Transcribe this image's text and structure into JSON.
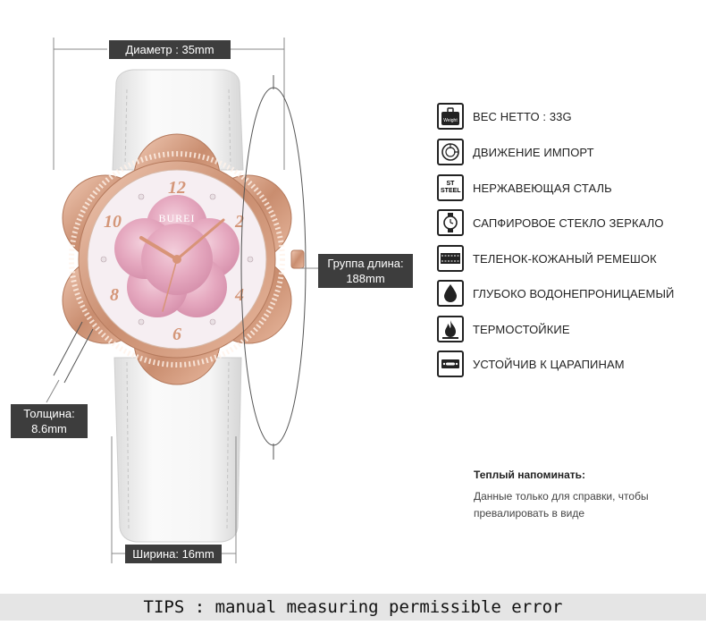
{
  "dimensions": {
    "diameter": "Диаметр : 35mm",
    "length_line1": "Группа длина:",
    "length_line2": "188mm",
    "thickness_line1": "Толщина:",
    "thickness_line2": "8.6mm",
    "width": "Ширина: 16mm"
  },
  "watch": {
    "brand": "BURЕI",
    "numerals": [
      "12",
      "2",
      "4",
      "6",
      "8",
      "10"
    ],
    "colors": {
      "strap": "#f4f4f4",
      "case": "#d9a58a",
      "dial": "#f6eef2",
      "mother_of_pearl": "#e9b4c8",
      "hands": "#d89478"
    }
  },
  "features": [
    {
      "icon": "weight-icon",
      "icon_text": "Weight",
      "label": "ВЕС НЕТТО : 33G"
    },
    {
      "icon": "movement-icon",
      "icon_text": "",
      "label": "ДВИЖЕНИЕ ИМПОРТ"
    },
    {
      "icon": "steel-icon",
      "icon_text": "ST STEEL",
      "label": "НЕРЖАВЕЮЩАЯ СТАЛЬ"
    },
    {
      "icon": "watch-glass-icon",
      "icon_text": "",
      "label": "САПФИРОВОЕ СТЕКЛО ЗЕРКАЛО"
    },
    {
      "icon": "strap-icon",
      "icon_text": "",
      "label": "ТЕЛЕНОК-КОЖАНЫЙ РЕМЕШОК"
    },
    {
      "icon": "water-drop-icon",
      "icon_text": "",
      "label": "ГЛУБОКО ВОДОНЕПРОНИЦАЕМЫЙ"
    },
    {
      "icon": "flame-icon",
      "icon_text": "",
      "label": "ТЕРМОСТОЙКИЕ"
    },
    {
      "icon": "blade-icon",
      "icon_text": "",
      "label": "УСТОЙЧИВ К ЦАРАПИНАМ"
    }
  ],
  "note": {
    "title": "Теплый напоминать:",
    "body": "Данные только для справки, чтобы превалировать в виде"
  },
  "tips": "TIPS : manual measuring permissible error"
}
